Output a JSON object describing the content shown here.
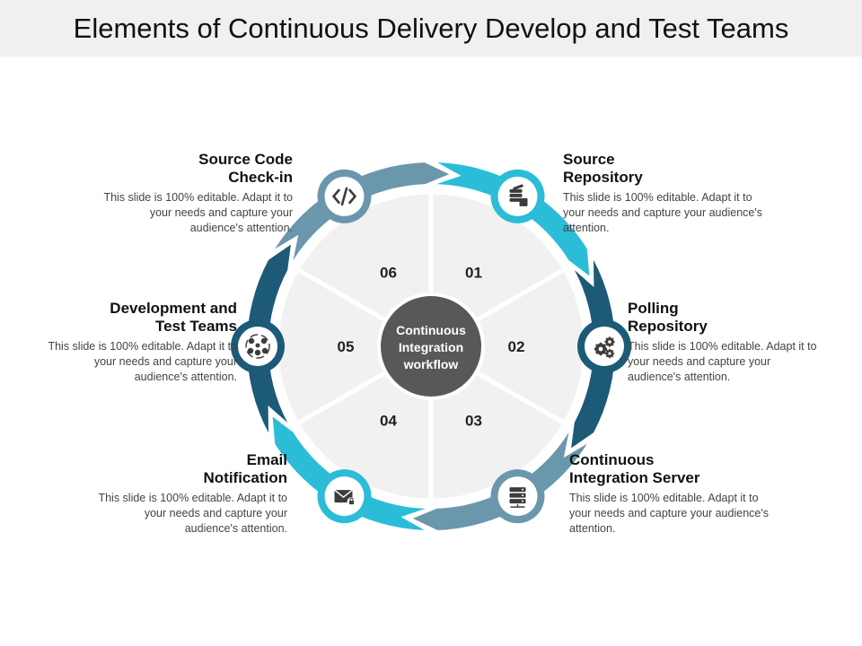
{
  "title": "Elements of Continuous Delivery Develop and Test Teams",
  "center": {
    "line1": "Continuous",
    "line2": "Integration",
    "line3": "workflow"
  },
  "colors": {
    "dark": "#1d5a78",
    "cyan": "#2bbcd8",
    "grey_blue": "#6b97ad",
    "pie": "#f1f1f1",
    "center": "#58585a"
  },
  "items": [
    {
      "number": "01",
      "heading": "Source\nRepository",
      "text": "This slide is 100% editable. Adapt it to your needs and capture your audience's attention.",
      "icon": "database-stack-icon"
    },
    {
      "number": "02",
      "heading": "Polling\nRepository",
      "text": "This slide is 100% editable. Adapt it to your needs and capture your audience's attention.",
      "icon": "gears-icon"
    },
    {
      "number": "03",
      "heading": "Continuous\nIntegration Server",
      "text": "This slide is 100% editable. Adapt it to your needs and capture your audience's attention.",
      "icon": "server-icon"
    },
    {
      "number": "04",
      "heading": "Email\nNotification",
      "text": "This slide is 100% editable. Adapt it to your needs and capture your audience's attention.",
      "icon": "email-lock-icon"
    },
    {
      "number": "05",
      "heading": "Development and\nTest Teams",
      "text": "This slide is 100% editable. Adapt it to your needs and capture your audience's attention.",
      "icon": "team-network-icon"
    },
    {
      "number": "06",
      "heading": "Source Code\nCheck-in",
      "text": "This slide is 100% editable. Adapt it to your needs and capture your audience's attention.",
      "icon": "code-icon"
    }
  ]
}
